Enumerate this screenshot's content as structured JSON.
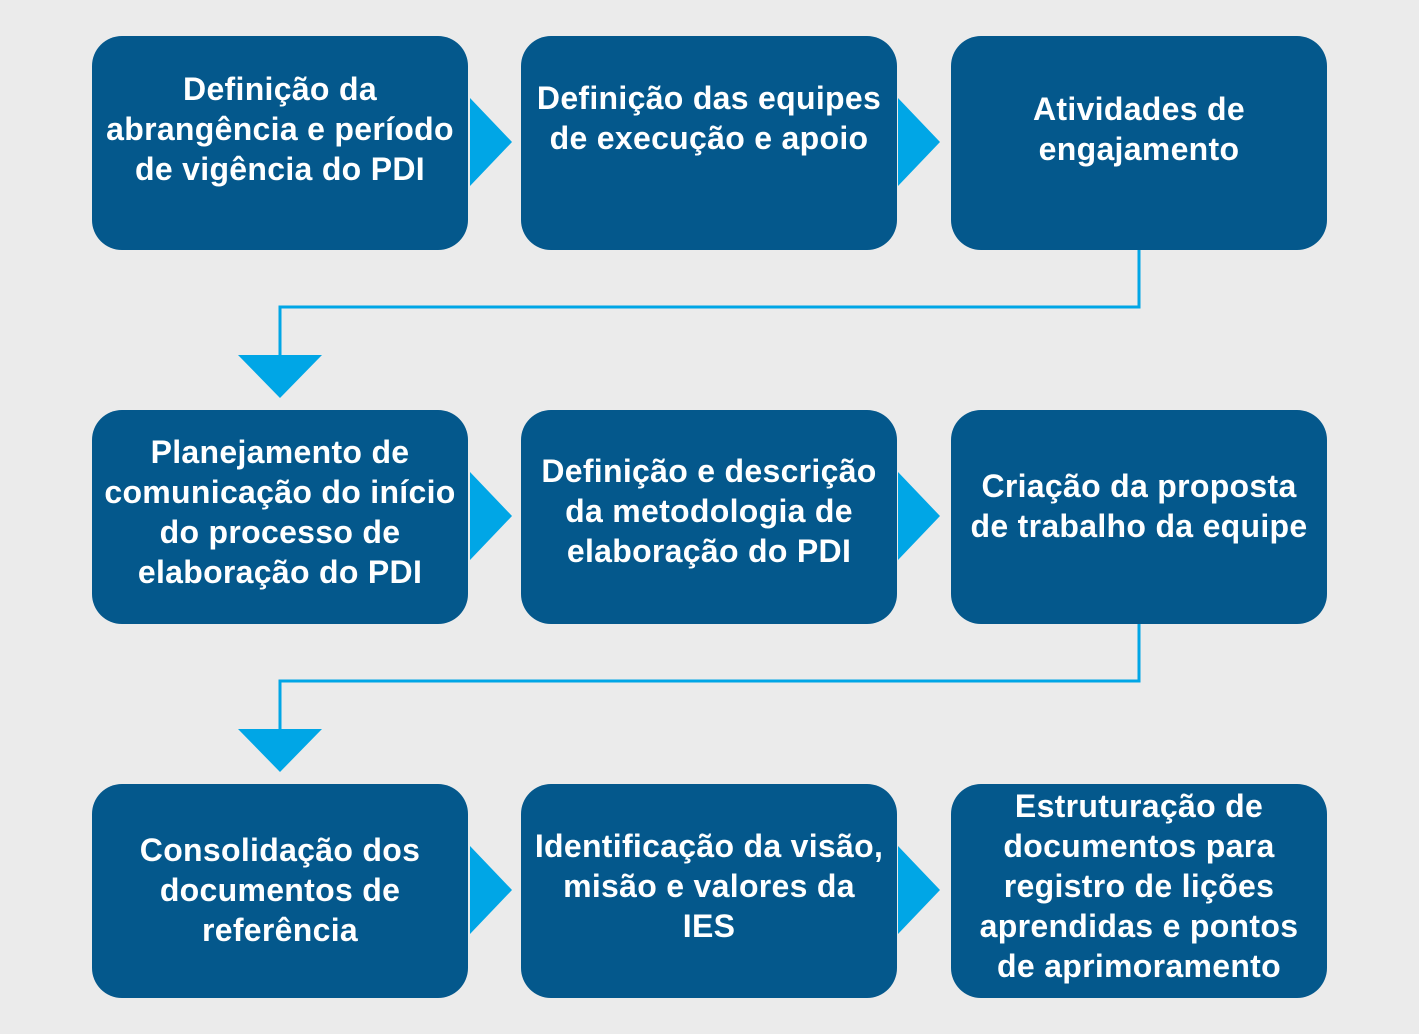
{
  "colors": {
    "background": "#ebebeb",
    "box_fill": "#04588c",
    "box_text": "#ffffff",
    "arrow": "#00a6e6"
  },
  "rows": [
    {
      "steps": [
        {
          "id": "step-1",
          "label": "Definição da\nabrangência e período\nde vigência do PDI"
        },
        {
          "id": "step-2",
          "label": "Definição das equipes\nde execução e apoio"
        },
        {
          "id": "step-3",
          "label": "Atividades de\nengajamento"
        }
      ]
    },
    {
      "steps": [
        {
          "id": "step-4",
          "label": "Planejamento de\ncomunicação do início\ndo processo de\nelaboração do PDI"
        },
        {
          "id": "step-5",
          "label": "Definição e descrição\nda metodologia de\nelaboração do PDI"
        },
        {
          "id": "step-6",
          "label": "Criação da proposta\nde trabalho da equipe"
        }
      ]
    },
    {
      "steps": [
        {
          "id": "step-7",
          "label": "Consolidação dos\ndocumentos de\nreferência"
        },
        {
          "id": "step-8",
          "label": "Identificação da visão,\nmisão e valores da\nIES"
        },
        {
          "id": "step-9",
          "label": "Estruturação de\ndocumentos para\nregistro de lições\naprendidas e pontos\nde aprimoramento"
        }
      ]
    }
  ]
}
